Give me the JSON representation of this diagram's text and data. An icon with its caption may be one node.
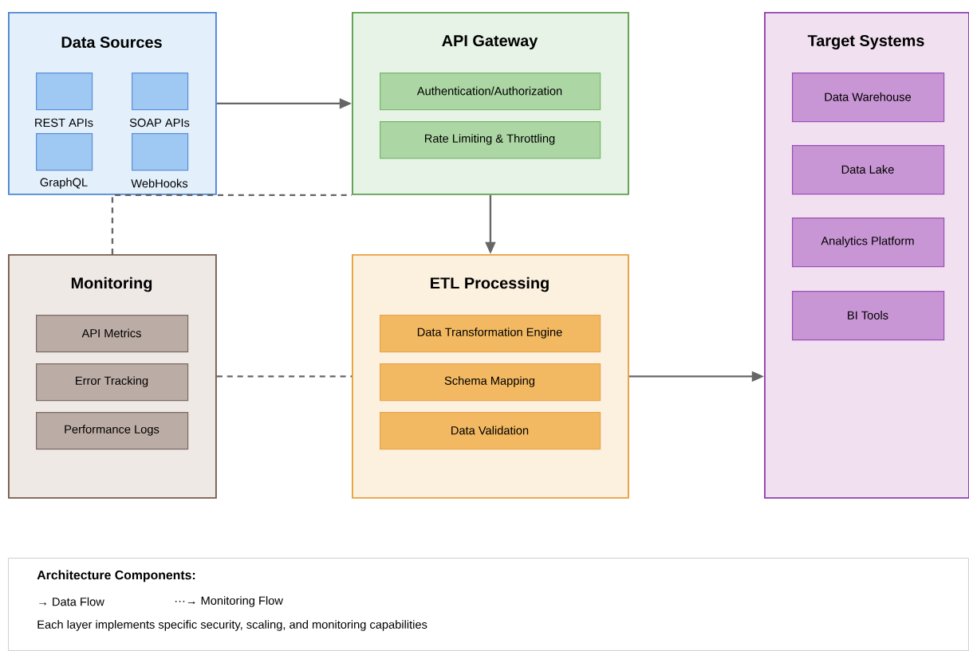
{
  "diagram": {
    "nodes": [
      {
        "text": [
          "Data Sources"
        ]
      },
      {
        "text": [
          "REST APIs"
        ],
        "in": 0
      },
      {
        "text": [
          "SOAP APIs"
        ],
        "in": 0
      },
      {
        "text": [
          "GraphQL"
        ],
        "in": 0
      },
      {
        "text": [
          "WebHooks"
        ],
        "in": 0
      },
      {
        "text": [
          "API Gateway"
        ]
      },
      {
        "text": [
          "Authentication/Authorization"
        ],
        "in": 5
      },
      {
        "text": [
          "Rate Limiting & Throttling"
        ],
        "in": 5
      },
      {
        "text": [
          "Monitoring"
        ]
      },
      {
        "text": [
          "API Metrics"
        ],
        "in": 8
      },
      {
        "text": [
          "Error Tracking"
        ],
        "in": 8
      },
      {
        "text": [
          "Performance Logs"
        ],
        "in": 8
      },
      {
        "text": [
          "ETL Processing"
        ]
      },
      {
        "text": [
          "Data Transformation Engine"
        ],
        "in": 12
      },
      {
        "text": [
          "Schema Mapping"
        ],
        "in": 12
      },
      {
        "text": [
          "Data Validation"
        ],
        "in": 12
      },
      {
        "text": [
          "Target Systems"
        ]
      },
      {
        "text": [
          "Data Warehouse"
        ],
        "in": 16
      },
      {
        "text": [
          "Data Lake"
        ],
        "in": 16
      },
      {
        "text": [
          "Analytics Platform"
        ],
        "in": 16
      },
      {
        "text": [
          "BI Tools"
        ],
        "in": 16
      },
      {
        "text": [
          "Architecture Components:",
          "→ Data Flow",
          "···→ Monitoring Flow",
          "Each layer implements specific security, scaling, and monitoring capabilities"
        ]
      }
    ],
    "edges": [
      {
        "from": 0,
        "to": 5,
        "arrow": "to"
      },
      {
        "from": 5,
        "to": 12,
        "arrow": "to"
      },
      {
        "from": 12,
        "to": 16,
        "arrow": "to"
      },
      {
        "from": 8,
        "to": 5,
        "arrow": "none",
        "style": "dashed"
      },
      {
        "from": 8,
        "to": 12,
        "arrow": "none",
        "style": "dashed"
      }
    ]
  }
}
